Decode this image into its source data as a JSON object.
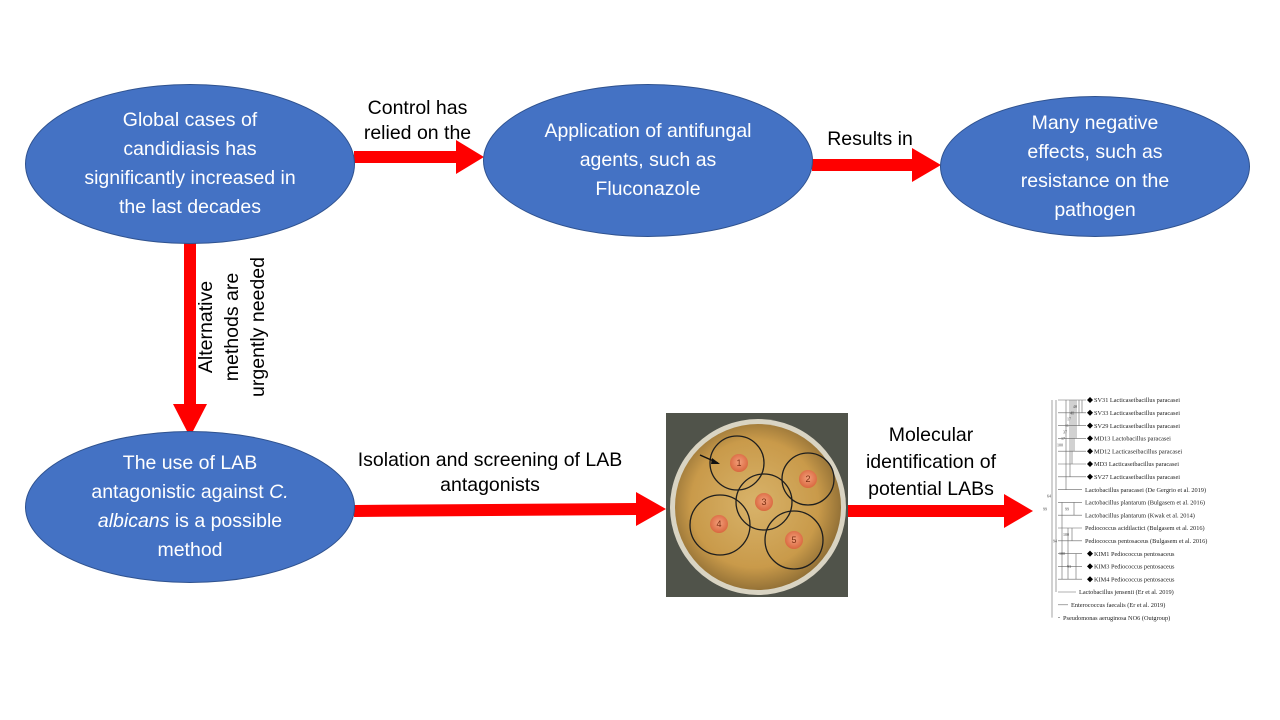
{
  "nodes": {
    "global_cases": "Global cases of candidiasis has significantly increased in the last decades",
    "antifungal": "Application of antifungal agents, such as Fluconazole",
    "negative_effects": "Many negative effects, such as resistance on the pathogen",
    "lab_use_prefix": "The use of LAB antagonistic against",
    "lab_use_species": "C. albicans",
    "lab_use_suffix": "is a possible method"
  },
  "edges": {
    "control": "Control has relied on the",
    "results": "Results in",
    "alternative": "Alternative methods are urgently needed",
    "isolation": "Isolation and screening of LAB antagonists",
    "molecular": "Molecular identification of potential LABs"
  },
  "colors": {
    "node_fill": "#4472c4",
    "node_border": "#2f528f",
    "arrow": "#ff0000"
  },
  "petri_dish": {
    "well_labels": [
      "1",
      "2",
      "3",
      "4",
      "5"
    ]
  },
  "phylo_tree": {
    "taxa": [
      "SV31 Lacticaseibacillus paracasei",
      "SV33 Lacticaseibacillus paracasei",
      "SV29 Lacticaseibacillus paracasei",
      "MD13 Lactobacillus paracasei",
      "MD12 Lacticaseibacillus paracasei",
      "MD3 Lacticaseibacillus paracasei",
      "SV27 Lacticaseibacillus paracasei",
      "Lactobacillus paracasei (De Gergrio et al. 2019)",
      "Lactobacillus plantarum (Bulgasem et al. 2016)",
      "Lactobacillus plantarum (Kwak et al. 2014)",
      "Pediococcus acidilactici (Bulgasem et al. 2016)",
      "Pediococcus pentosaceus (Bulgasem et al. 2016)",
      "KIM1 Pediococcus pentosaceus",
      "KIM3 Pediococcus pentosaceus",
      "KIM4 Pediococcus pentosaceus",
      "Lactobacillus jensenii (Er et al. 2019)",
      "Enterococcus faecalis (Er et al. 2019)",
      "Pseudomonas aeruginosa NO6 (Outgroup)"
    ],
    "bootstrap": [
      "40",
      "40",
      "17",
      "11",
      "37",
      "17",
      "100",
      "99",
      "100",
      "93",
      "100",
      "94",
      "64",
      "99"
    ]
  }
}
